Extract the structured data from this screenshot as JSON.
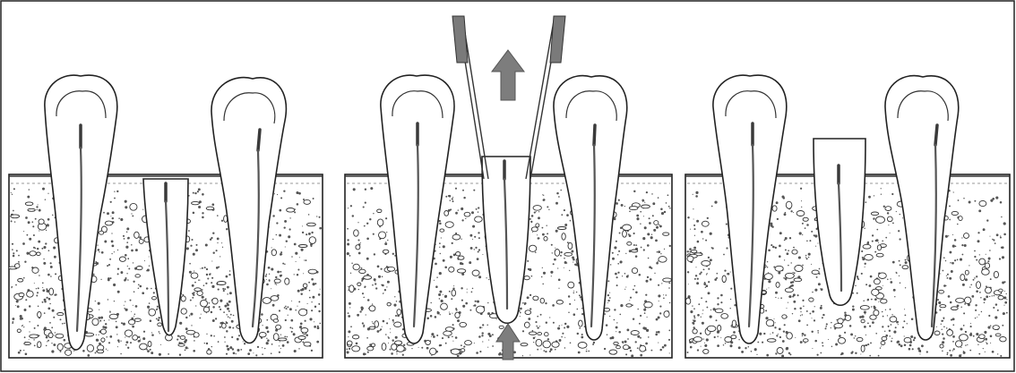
{
  "figure": {
    "panels": [
      {
        "id": "before",
        "description_visible_text": ""
      },
      {
        "id": "during",
        "description_visible_text": ""
      },
      {
        "id": "after",
        "description_visible_text": ""
      }
    ],
    "colors": {
      "outline": "#222222",
      "bone_speckle": "#555555",
      "arrow_fill": "#7d7d7d",
      "forceps_tip": "#7a7a7a",
      "background": "#ffffff"
    },
    "icons": {
      "extrusion_arrow_up": "up-arrow-icon",
      "apical_force_arrow": "up-arrow-icon"
    }
  }
}
